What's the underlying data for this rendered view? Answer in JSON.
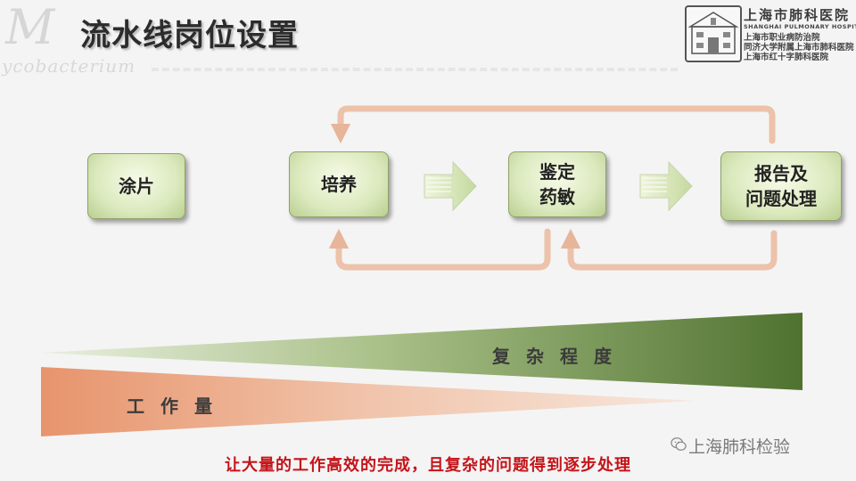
{
  "header": {
    "watermark_letter": "M",
    "watermark_word": "ycobacterium",
    "title": "流水线岗位设置"
  },
  "logo": {
    "name": "上海市肺科医院",
    "english": "SHANGHAI PULMONARY HOSPITAL",
    "lines": [
      "上海市职业病防治院",
      "同济大学附属上海市肺科医院",
      "上海市红十字肺科医院"
    ]
  },
  "process": {
    "steps": [
      {
        "label": "涂片"
      },
      {
        "label": "培养"
      },
      {
        "label": "鉴定\n药敏"
      },
      {
        "label": "报告及\n问题处理"
      }
    ]
  },
  "wedges": {
    "complexity_label": "复杂程度",
    "workload_label": "工作量",
    "complexity_color": "#5f7f3a",
    "workload_color": "#e9a07e"
  },
  "footer": {
    "caption": "让大量的工作高效的完成，且复杂的问题得到逐步处理",
    "wechat": "上海肺科检验"
  }
}
